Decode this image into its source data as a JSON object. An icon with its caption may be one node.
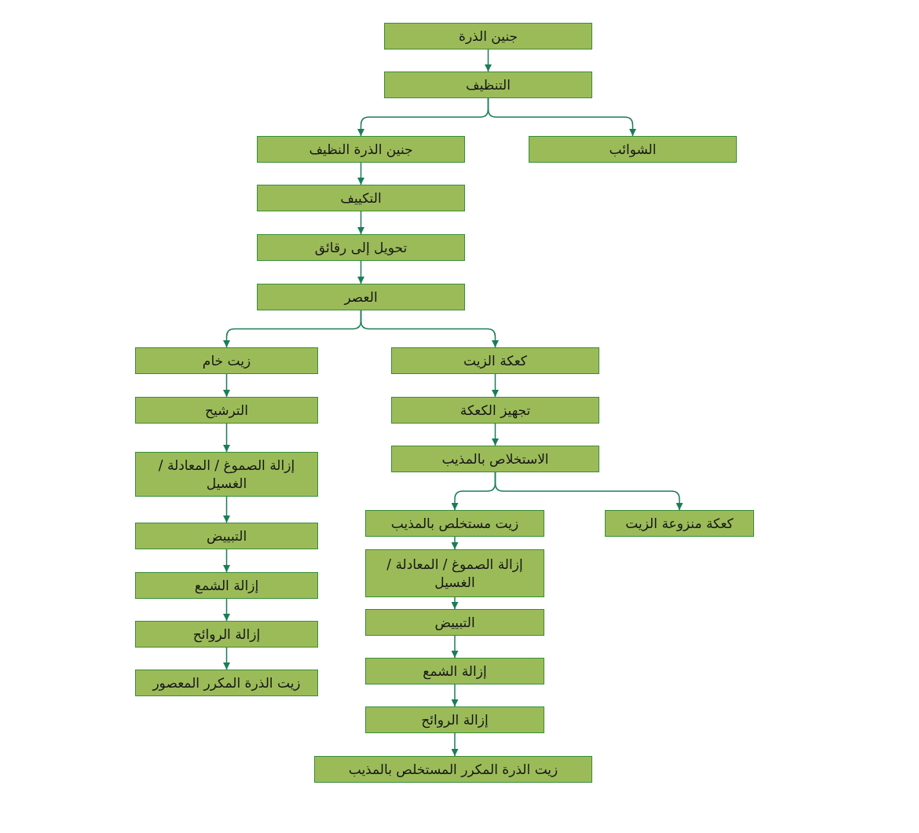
{
  "diagram": {
    "nodes": [
      {
        "text": [
          "جنين الذرة"
        ]
      },
      {
        "text": [
          "التنظيف"
        ]
      },
      {
        "text": [
          "جنين الذرة النظيف"
        ]
      },
      {
        "text": [
          "الشوائب"
        ]
      },
      {
        "text": [
          "التكييف"
        ]
      },
      {
        "text": [
          "تحويل إلى رقائق"
        ]
      },
      {
        "text": [
          "العصر"
        ]
      },
      {
        "text": [
          "زيت خام"
        ]
      },
      {
        "text": [
          "كعكة الزيت"
        ]
      },
      {
        "text": [
          "الترشيح"
        ]
      },
      {
        "text": [
          "تجهيز الكعكة"
        ]
      },
      {
        "text": [
          "إزالة الصموغ / المعادلة / الغسيل"
        ]
      },
      {
        "text": [
          "الاستخلاص بالمذيب"
        ]
      },
      {
        "text": [
          "التبييض"
        ]
      },
      {
        "text": [
          "زيت مستخلص بالمذيب"
        ]
      },
      {
        "text": [
          "كعكة منزوعة الزيت"
        ]
      },
      {
        "text": [
          "إزالة الشمع"
        ]
      },
      {
        "text": [
          "إزالة الصموغ / المعادلة / الغسيل"
        ]
      },
      {
        "text": [
          "إزالة الروائح"
        ]
      },
      {
        "text": [
          "التبييض"
        ]
      },
      {
        "text": [
          "زيت الذرة المكرر المعصور"
        ]
      },
      {
        "text": [
          "إزالة الشمع"
        ]
      },
      {
        "text": [
          "إزالة الروائح"
        ]
      },
      {
        "text": [
          "زيت الذرة المكرر المستخلص بالمذيب"
        ]
      }
    ],
    "edges": [
      {
        "from": 0,
        "to": 1,
        "arrow": "to"
      },
      {
        "from": 1,
        "to": 2,
        "arrow": "to"
      },
      {
        "from": 1,
        "to": 3,
        "arrow": "to"
      },
      {
        "from": 2,
        "to": 4,
        "arrow": "to"
      },
      {
        "from": 4,
        "to": 5,
        "arrow": "to"
      },
      {
        "from": 5,
        "to": 6,
        "arrow": "to"
      },
      {
        "from": 6,
        "to": 7,
        "arrow": "to"
      },
      {
        "from": 6,
        "to": 8,
        "arrow": "to"
      },
      {
        "from": 7,
        "to": 9,
        "arrow": "to"
      },
      {
        "from": 9,
        "to": 11,
        "arrow": "to"
      },
      {
        "from": 11,
        "to": 13,
        "arrow": "to"
      },
      {
        "from": 13,
        "to": 16,
        "arrow": "to"
      },
      {
        "from": 16,
        "to": 18,
        "arrow": "to"
      },
      {
        "from": 18,
        "to": 20,
        "arrow": "to"
      },
      {
        "from": 8,
        "to": 10,
        "arrow": "to"
      },
      {
        "from": 10,
        "to": 12,
        "arrow": "to"
      },
      {
        "from": 12,
        "to": 14,
        "arrow": "to"
      },
      {
        "from": 12,
        "to": 15,
        "arrow": "to"
      },
      {
        "from": 14,
        "to": 17,
        "arrow": "to"
      },
      {
        "from": 17,
        "to": 19,
        "arrow": "to"
      },
      {
        "from": 19,
        "to": 21,
        "arrow": "to"
      },
      {
        "from": 21,
        "to": 22,
        "arrow": "to"
      },
      {
        "from": 22,
        "to": 23,
        "arrow": "to"
      }
    ]
  }
}
